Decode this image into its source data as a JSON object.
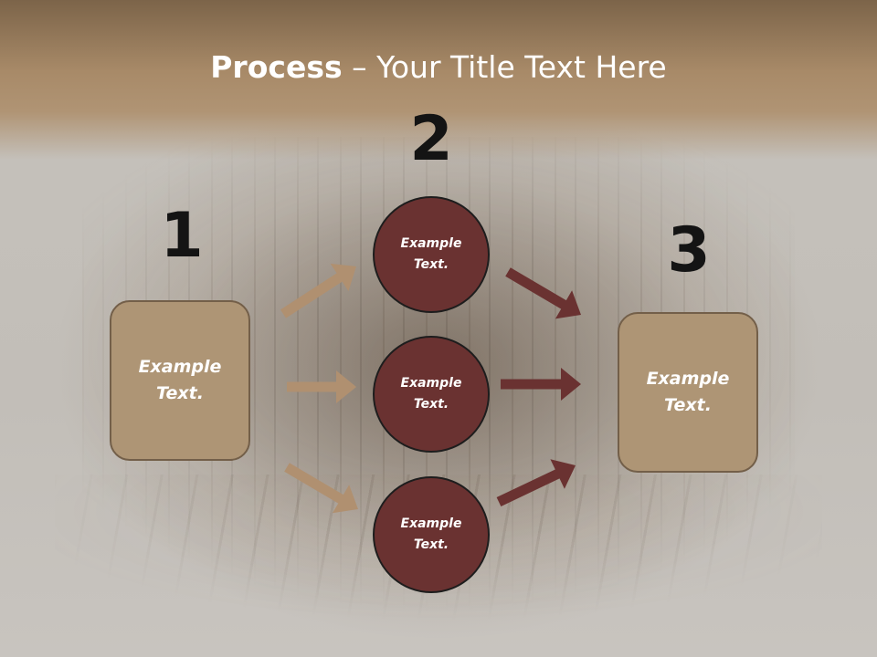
{
  "title": {
    "strong": "Process",
    "rest": " – Your Title Text Here"
  },
  "steps": [
    {
      "number": "1",
      "text": "Example\nText."
    },
    {
      "number": "2",
      "items": [
        "Example\nText.",
        "Example\nText.",
        "Example\nText."
      ]
    },
    {
      "number": "3",
      "text": "Example\nText."
    }
  ],
  "colors": {
    "box_fill": "#ae9575",
    "box_border": "#735f49",
    "circle_fill": "#6a3231",
    "arrow_left": "#b09070",
    "arrow_right": "#6a3231",
    "title_text": "#ffffff",
    "number_text": "#141414"
  }
}
